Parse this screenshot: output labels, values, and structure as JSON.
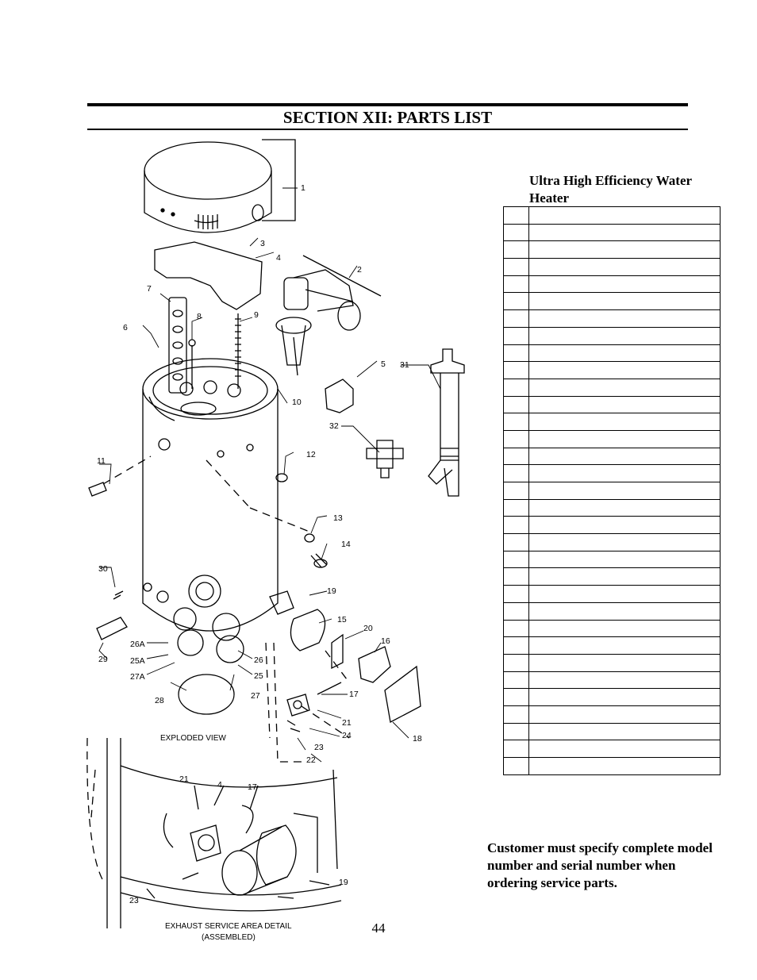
{
  "section_title": "SECTION XII:  PARTS LIST",
  "table": {
    "title": "Ultra High Efficiency Water Heater",
    "rows": [
      [
        "",
        ""
      ],
      [
        "",
        ""
      ],
      [
        "",
        ""
      ],
      [
        "",
        ""
      ],
      [
        "",
        ""
      ],
      [
        "",
        ""
      ],
      [
        "",
        ""
      ],
      [
        "",
        ""
      ],
      [
        "",
        ""
      ],
      [
        "",
        ""
      ],
      [
        "",
        ""
      ],
      [
        "",
        ""
      ],
      [
        "",
        ""
      ],
      [
        "",
        ""
      ],
      [
        "",
        ""
      ],
      [
        "",
        ""
      ],
      [
        "",
        ""
      ],
      [
        "",
        ""
      ],
      [
        "",
        ""
      ],
      [
        "",
        ""
      ],
      [
        "",
        ""
      ],
      [
        "",
        ""
      ],
      [
        "",
        ""
      ],
      [
        "",
        ""
      ],
      [
        "",
        ""
      ],
      [
        "",
        ""
      ],
      [
        "",
        ""
      ],
      [
        "",
        ""
      ],
      [
        "",
        ""
      ],
      [
        "",
        ""
      ],
      [
        "",
        ""
      ],
      [
        "",
        ""
      ],
      [
        "",
        ""
      ]
    ]
  },
  "diagram": {
    "callouts": [
      "1",
      "2",
      "3",
      "4",
      "5",
      "6",
      "7",
      "8",
      "9",
      "10",
      "11",
      "12",
      "13",
      "14",
      "15",
      "16",
      "17",
      "18",
      "19",
      "20",
      "21",
      "24",
      "23",
      "22",
      "25",
      "25A",
      "26",
      "26A",
      "27",
      "27A",
      "28",
      "29",
      "30",
      "31",
      "32"
    ],
    "exploded_caption": "EXPLODED VIEW",
    "detail_callouts": [
      "21",
      "4",
      "17",
      "19",
      "23"
    ],
    "detail_caption_line1": "EXHAUST SERVICE AREA DETAIL",
    "detail_caption_line2": "(ASSEMBLED)"
  },
  "note": "Customer must specify complete model number and serial number when ordering service parts.",
  "page_number": "44"
}
